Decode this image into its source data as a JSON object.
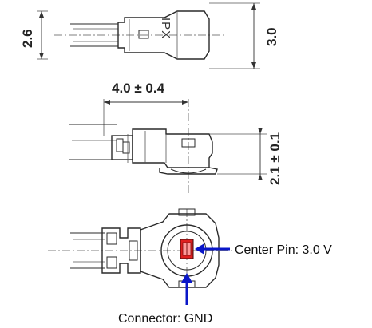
{
  "dimensions": {
    "left_height": "2.6",
    "right_height": "3.0",
    "width": "4.0 ± 0.4",
    "mated_height": "2.1 ± 0.1"
  },
  "marking": "IPX",
  "callouts": {
    "center_pin": "Center Pin: 3.0 V",
    "connector": "Connector: GND"
  },
  "colors": {
    "callout_arrow": "#0a17c8",
    "center_pin_fill": "#e02020",
    "line": "#2a2a2a"
  }
}
